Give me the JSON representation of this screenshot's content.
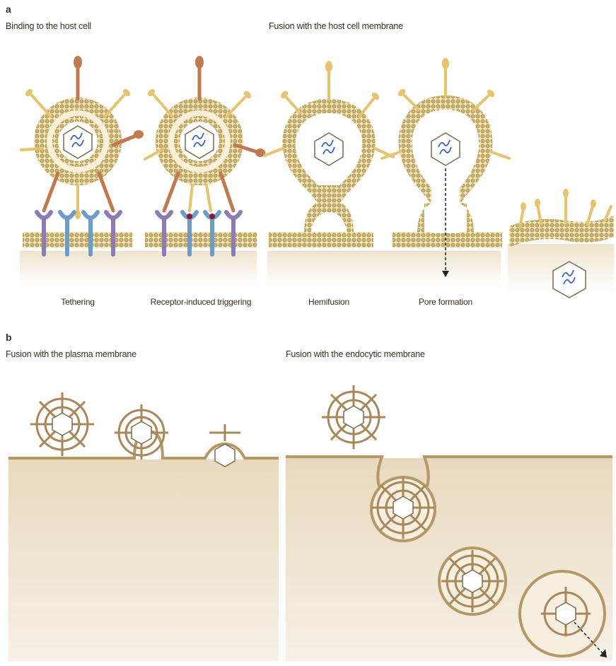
{
  "panel_a": {
    "letter": "a",
    "titles": {
      "binding": "Binding to the host cell",
      "fusion": "Fusion with the host cell membrane"
    },
    "steps": [
      "Tethering",
      "Receptor-induced triggering",
      "Hemifusion",
      "Pore formation"
    ]
  },
  "panel_b": {
    "letter": "b",
    "titles": {
      "plasma": "Fusion with the plasma membrane",
      "endocytic": "Fusion with the endocytic membrane"
    }
  },
  "colors": {
    "membrane_fill": "#f3e6b6",
    "lipid_head": "#ccb06a",
    "lipid_outline": "#8a7340",
    "glycoprotein_prefusion": "#c17a50",
    "glycoprotein_fusion": "#e6c36e",
    "receptor_purple": "#8c7bb5",
    "receptor_blue": "#6e9cc8",
    "cytoplasm": "#ece1cd",
    "genome": "#3a63b5"
  }
}
